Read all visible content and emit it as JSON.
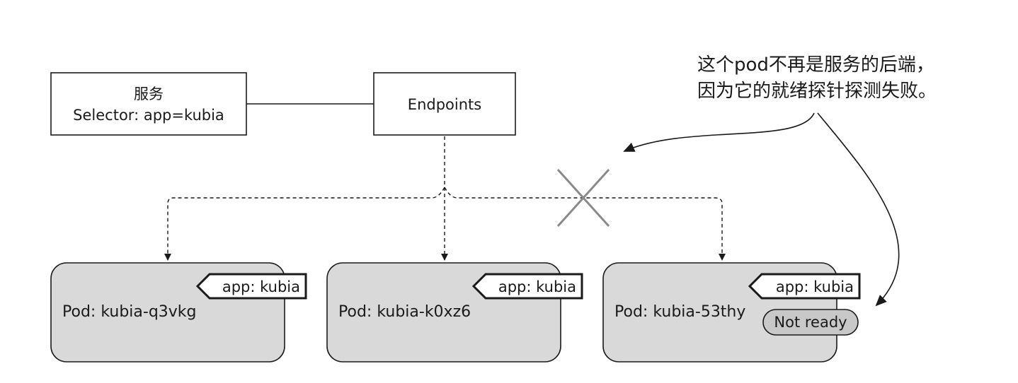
{
  "service": {
    "title": "服务",
    "selector": "Selector: app=kubia"
  },
  "endpoints": {
    "label": "Endpoints"
  },
  "pods": [
    {
      "name": "Pod: kubia-q3vkg",
      "label": "app: kubia"
    },
    {
      "name": "Pod: kubia-k0xz6",
      "label": "app: kubia"
    },
    {
      "name": "Pod: kubia-53thy",
      "label": "app: kubia",
      "status": "Not ready"
    }
  ],
  "annotation": {
    "line1": "这个pod不再是服务的后端，",
    "line2": "因为它的就绪探针探测失败。"
  },
  "colors": {
    "pod_fill": "#d9d9d9",
    "cross": "#8a8a8a",
    "stroke": "#1a1a1a"
  }
}
